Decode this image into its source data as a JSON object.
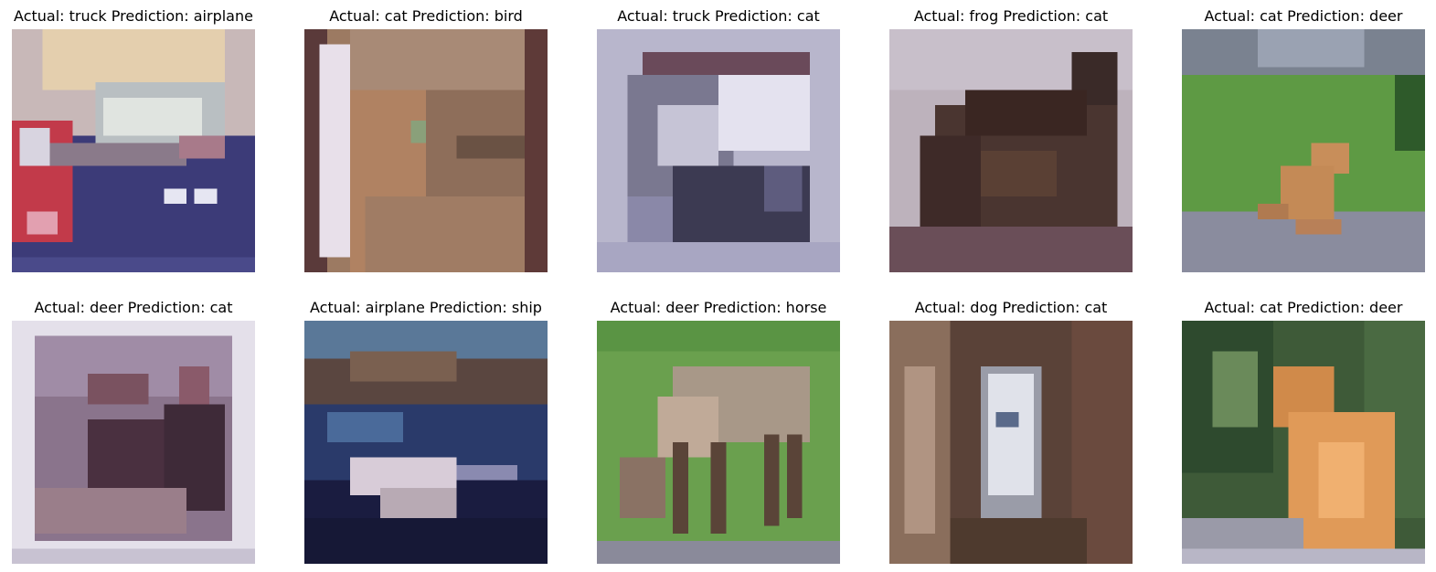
{
  "panels": [
    {
      "title": "Actual: truck Prediction: airplane",
      "actual": "truck",
      "prediction": "airplane",
      "scene": "truck"
    },
    {
      "title": "Actual: cat Prediction: bird",
      "actual": "cat",
      "prediction": "bird",
      "scene": "cat-closeup"
    },
    {
      "title": "Actual: truck Prediction: cat",
      "actual": "truck",
      "prediction": "cat",
      "scene": "truck-gray"
    },
    {
      "title": "Actual: frog Prediction: cat",
      "actual": "frog",
      "prediction": "cat",
      "scene": "frog-dark"
    },
    {
      "title": "Actual: cat Prediction: deer",
      "actual": "cat",
      "prediction": "deer",
      "scene": "cat-grass"
    },
    {
      "title": "Actual: deer Prediction: cat",
      "actual": "deer",
      "prediction": "cat",
      "scene": "deer-framed"
    },
    {
      "title": "Actual: airplane Prediction: ship",
      "actual": "airplane",
      "prediction": "ship",
      "scene": "airplane-water"
    },
    {
      "title": "Actual: deer Prediction: horse",
      "actual": "deer",
      "prediction": "horse",
      "scene": "deer-grazing"
    },
    {
      "title": "Actual: dog Prediction: cat",
      "actual": "dog",
      "prediction": "cat",
      "scene": "dog-white"
    },
    {
      "title": "Actual: cat Prediction: deer",
      "actual": "cat",
      "prediction": "deer",
      "scene": "cat-orange"
    }
  ]
}
